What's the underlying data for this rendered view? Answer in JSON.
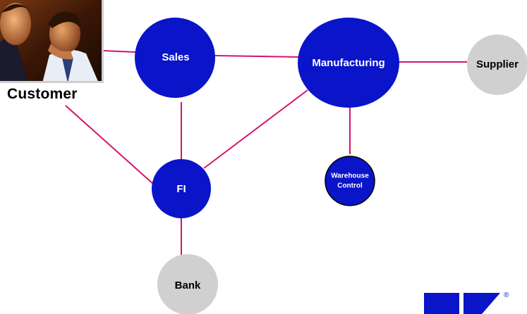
{
  "customer": {
    "label": "Customer",
    "photo_icon": "two-business-people-photo"
  },
  "nodes": {
    "sales": {
      "label": "Sales",
      "color": "#0a14c8"
    },
    "manufacturing": {
      "label": "Manufacturing",
      "color": "#0a14c8"
    },
    "supplier": {
      "label": "Supplier",
      "color": "#d0d0d0"
    },
    "fi": {
      "label": "FI",
      "color": "#0a14c8"
    },
    "warehouse": {
      "label_line1": "Warehouse",
      "label_line2": "Control",
      "color": "#0a14c8"
    },
    "bank": {
      "label": "Bank",
      "color": "#d0d0d0"
    }
  },
  "edges": [
    {
      "from": "customer",
      "to": "sales"
    },
    {
      "from": "customer",
      "to": "fi"
    },
    {
      "from": "sales",
      "to": "manufacturing"
    },
    {
      "from": "sales",
      "to": "fi"
    },
    {
      "from": "manufacturing",
      "to": "fi"
    },
    {
      "from": "manufacturing",
      "to": "supplier"
    },
    {
      "from": "manufacturing",
      "to": "warehouse"
    },
    {
      "from": "fi",
      "to": "bank"
    }
  ],
  "connector_color": "#d4136e",
  "logo": {
    "registered_mark": "®",
    "color": "#0a14c8"
  }
}
